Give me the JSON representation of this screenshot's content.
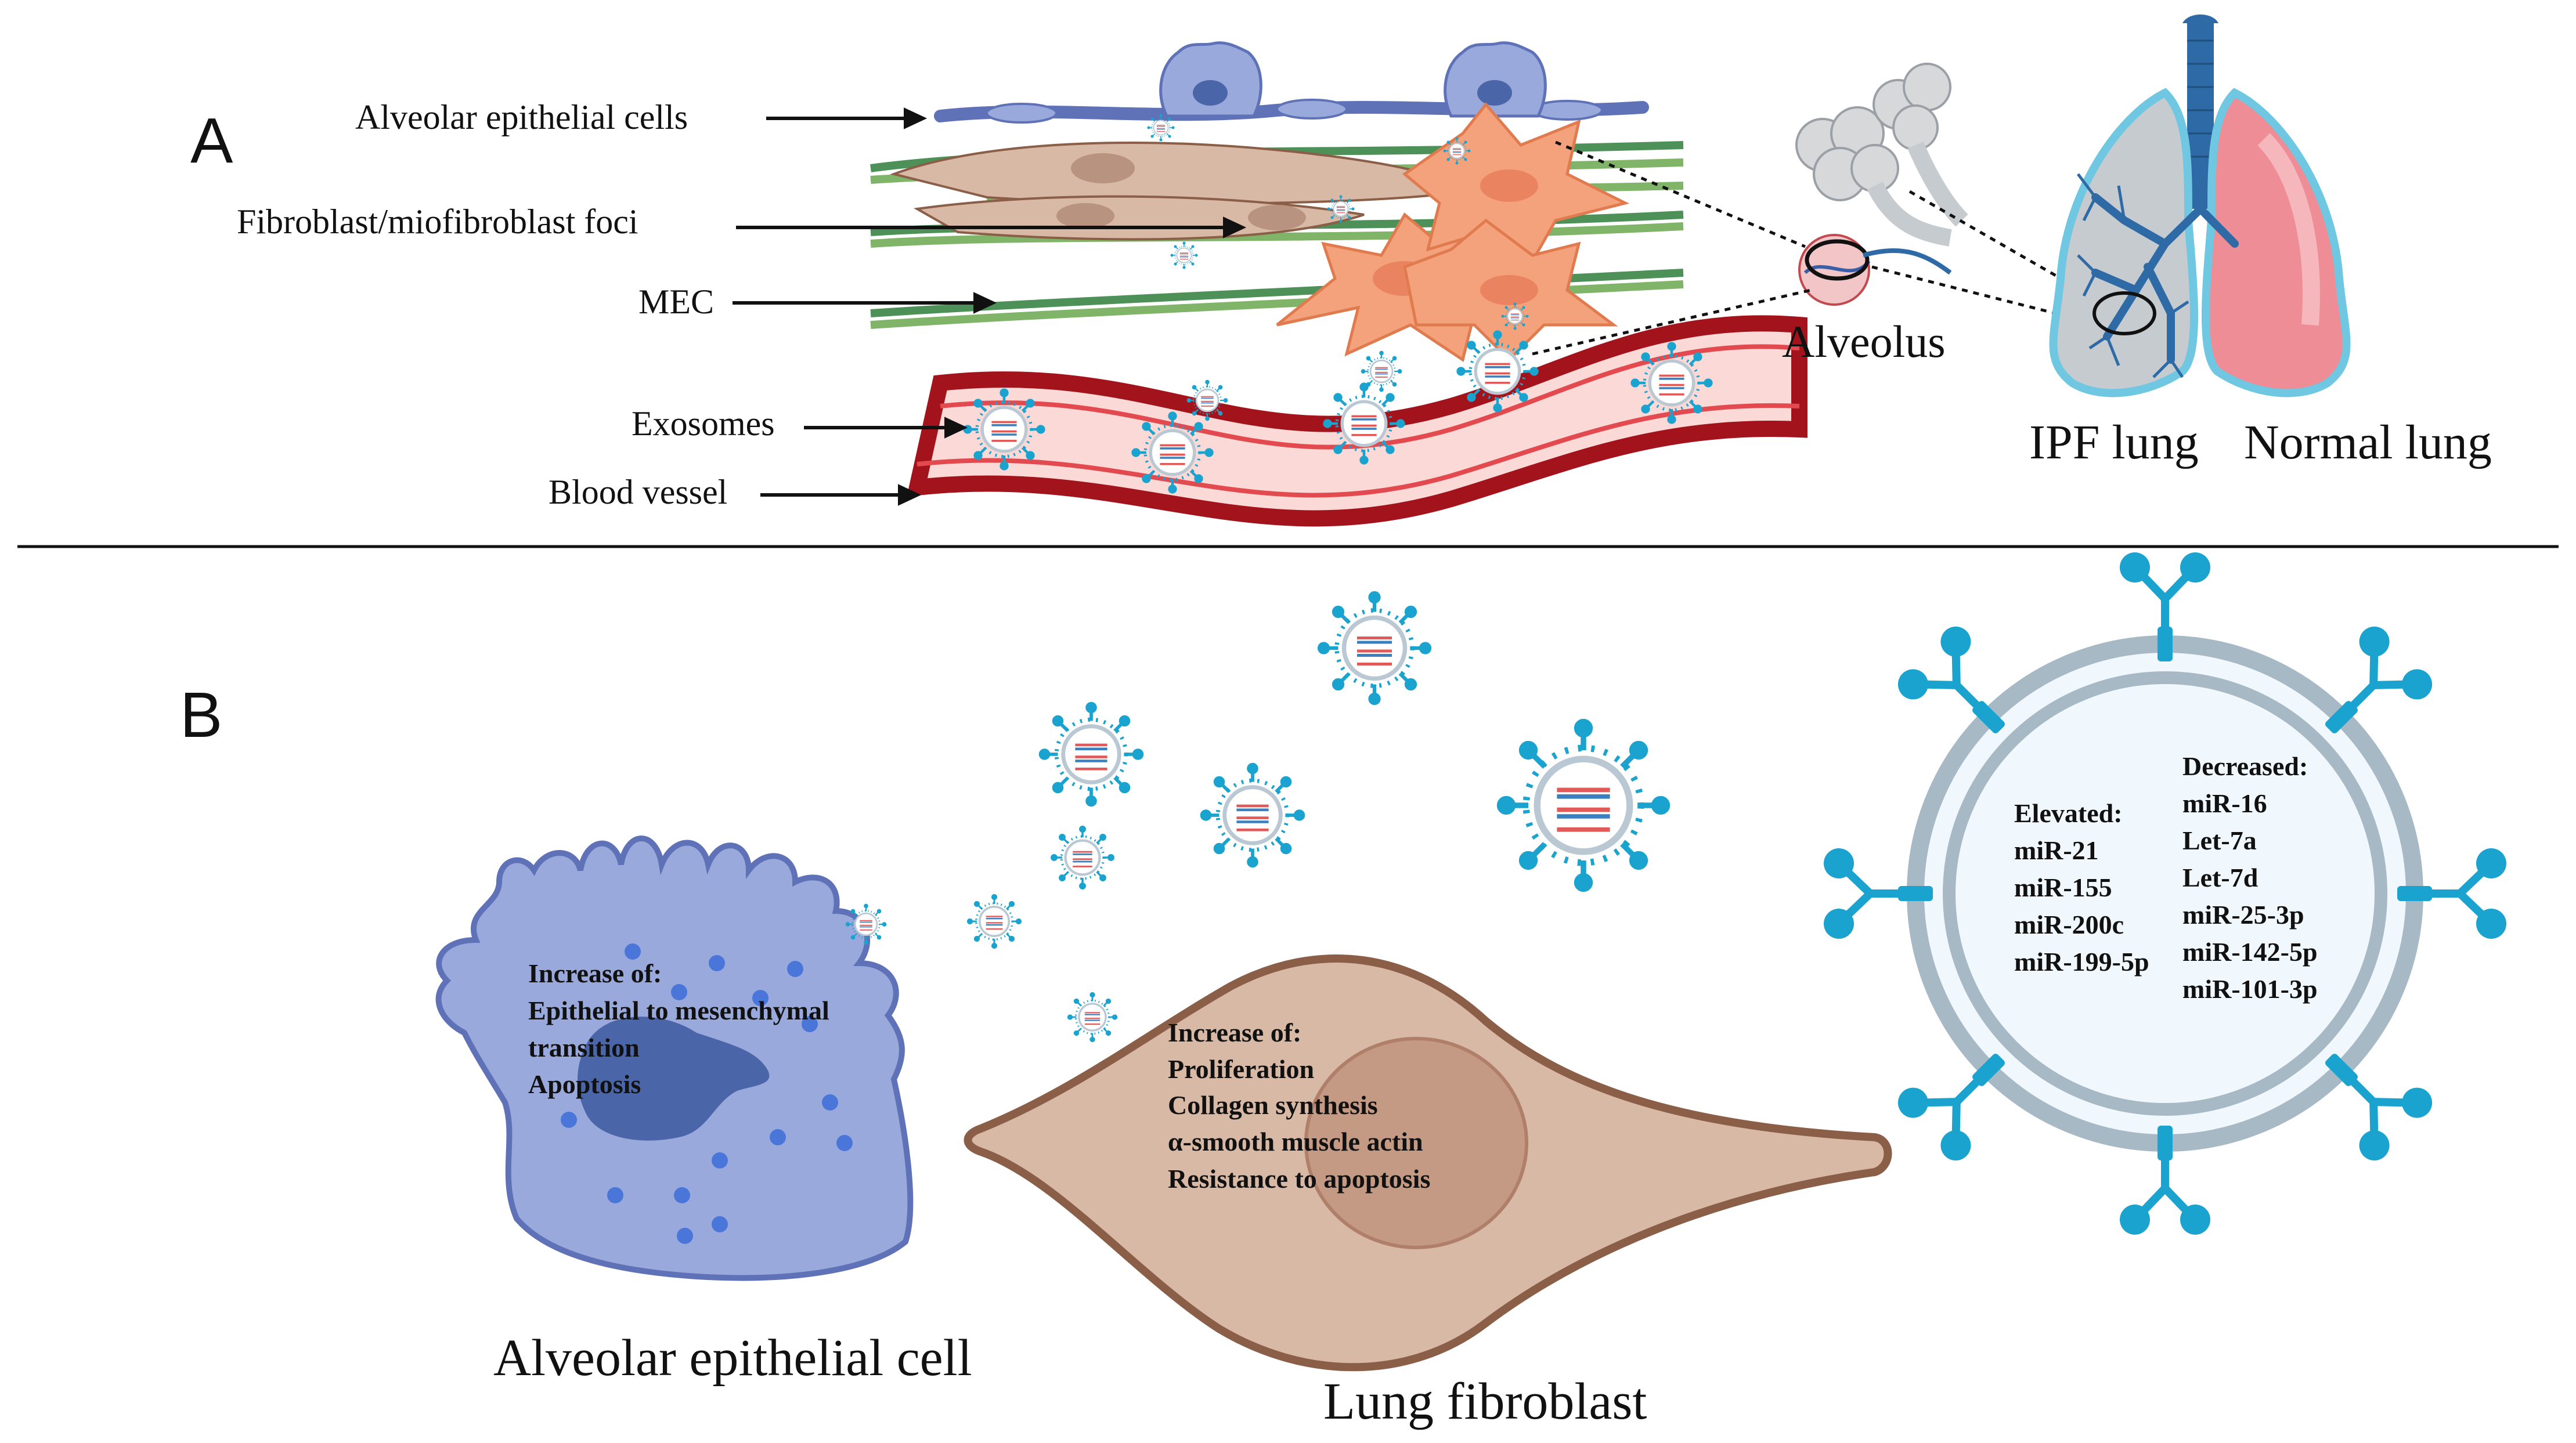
{
  "panel_a": {
    "letter": "A",
    "labels": {
      "alveolar_epithelial_cells": "Alveolar epithelial cells",
      "fibroblast_foci": "Fibroblast/miofibroblast  foci",
      "mec": "MEC",
      "exosomes": "Exosomes",
      "blood_vessel": "Blood vessel",
      "alveolus": "Alveolus",
      "ipf_lung": "IPF lung",
      "normal_lung": "Normal lung"
    }
  },
  "panel_b": {
    "letter": "B",
    "epithelial_cell": {
      "caption": "Alveolar epithelial cell",
      "lines": [
        "Increase of:",
        "Epithelial to mesenchymal",
        "transition",
        "Apoptosis"
      ]
    },
    "fibroblast": {
      "caption": "Lung fibroblast",
      "lines": [
        "Increase of:",
        "Proliferation",
        "Collagen synthesis",
        "α-smooth muscle actin",
        "Resistance to apoptosis"
      ]
    },
    "exosome": {
      "elevated": [
        "Elevated:",
        "miR-21",
        "miR-155",
        "miR-200c",
        "miR-199-5p"
      ],
      "decreased": [
        "Decreased:",
        "miR-16",
        "Let-7a",
        "Let-7d",
        "miR-25-3p",
        "miR-142-5p",
        "miR-101-3p"
      ]
    }
  },
  "colors": {
    "vessel_dark": "#a3131c",
    "vessel_light": "#fbd9d6",
    "fibroblast": "#d8b9a6",
    "fibroblast_edge": "#8b5e48",
    "myofibroblast": "#f4a27c",
    "epithelial": "#9aa9db",
    "epithelial_edge": "#5f72b8",
    "nucleus": "#4b66a8",
    "ecm_green": "#2f7d3b",
    "exosome_blue": "#1ba3cf",
    "membrane": "#a8b9c6",
    "lung_gray": "#c6cbd0",
    "lung_pink": "#ee8d96",
    "airway_blue": "#2e6aa6"
  }
}
